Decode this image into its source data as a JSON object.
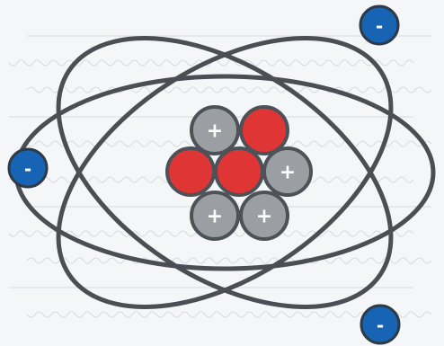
{
  "diagram": {
    "colors": {
      "background": "#f4f6f8",
      "paper_text": "#9fa9b4",
      "orbit": "#4b4f53",
      "proton": "#e03535",
      "neutron": "#9b9fa4",
      "particle_outline": "#4d5258",
      "electron": "#1764b4",
      "electron_ring": "#2d3a48",
      "sign": "#ffffff"
    },
    "nucleus": {
      "particles": [
        {
          "kind": "neutron",
          "sign": "+"
        },
        {
          "kind": "proton",
          "sign": ""
        },
        {
          "kind": "proton",
          "sign": ""
        },
        {
          "kind": "proton",
          "sign": ""
        },
        {
          "kind": "neutron",
          "sign": "+"
        },
        {
          "kind": "neutron",
          "sign": "+"
        },
        {
          "kind": "neutron",
          "sign": "+"
        }
      ]
    },
    "electrons": [
      {
        "sign": "-"
      },
      {
        "sign": "-"
      },
      {
        "sign": "-"
      }
    ]
  }
}
